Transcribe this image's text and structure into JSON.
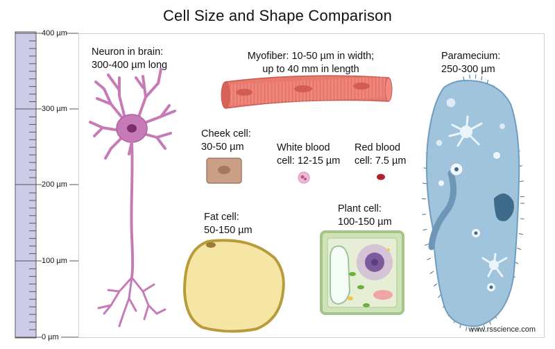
{
  "title": "Cell Size and Shape Comparison",
  "scale_labels": [
    "400 µm",
    "300 µm",
    "200 µm",
    "100 µm",
    "0 µm"
  ],
  "cells": {
    "neuron": [
      "Neuron in brain:",
      "300-400 µm long"
    ],
    "myofiber": [
      "Myofiber: 10-50 µm in width;",
      "up to 40 mm in length"
    ],
    "paramecium": [
      "Paramecium:",
      "250-300 µm"
    ],
    "cheek": [
      "Cheek cell:",
      "30-50 µm"
    ],
    "wbc": [
      "White blood",
      "cell: 12-15 µm"
    ],
    "rbc": [
      "Red blood",
      "cell: 7.5 µm"
    ],
    "fat": [
      "Fat cell:",
      "50-150 µm"
    ],
    "plant": [
      "Plant cell:",
      "100-150 µm"
    ]
  },
  "watermark": "www.rsscience.com",
  "colors": {
    "ruler_fill": "#cccbe8",
    "neuron": "#c67bb7",
    "muscle": "#e9786f",
    "cheek": "#c99f85",
    "fat": "#f6e6a6",
    "plant_wall": "#cfe3b9",
    "paramecium": "#9fc4dc",
    "rbc": "#b51f2a"
  }
}
